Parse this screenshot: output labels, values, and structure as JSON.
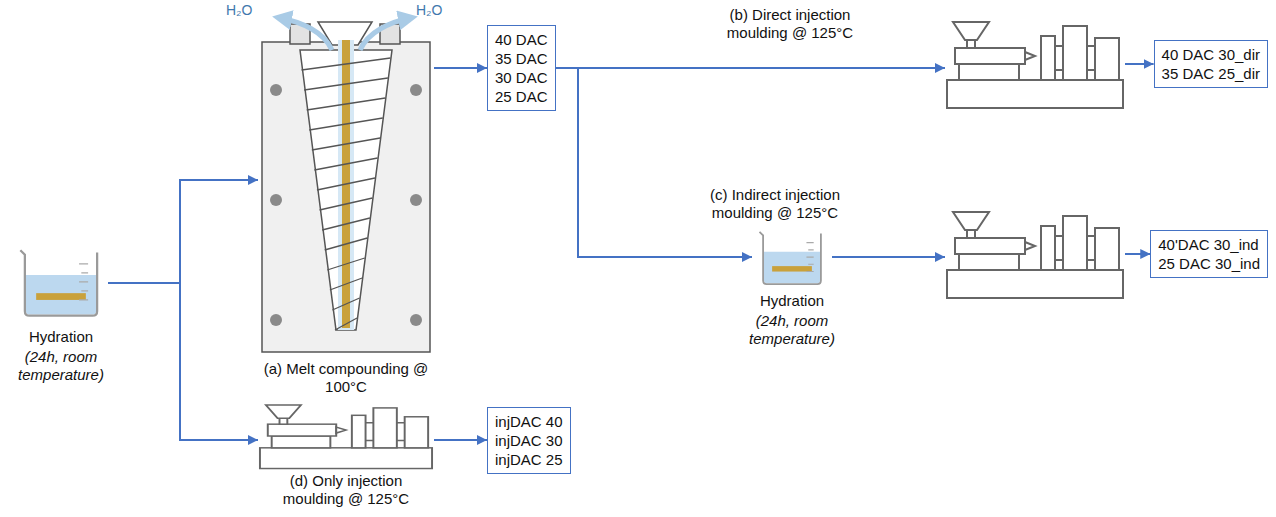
{
  "diagram": {
    "nodes": [
      {
        "text": [
          "Hydration",
          "(24h, room temperature)"
        ]
      },
      {
        "text": [
          "(a) Melt compounding @ 100°C"
        ]
      },
      {
        "text": [
          "40 DAC",
          "35 DAC",
          "30 DAC",
          "25 DAC"
        ]
      },
      {
        "text": [
          "(b) Direct injection moulding @ 125°C"
        ]
      },
      {
        "text": [
          "40 DAC 30_dir",
          "35 DAC 25_dir"
        ]
      },
      {
        "text": [
          "Hydration",
          "(24h, room temperature)"
        ]
      },
      {
        "text": [
          "(c) Indirect injection moulding @ 125°C"
        ]
      },
      {
        "text": [
          "40'DAC 30_ind",
          "25 DAC 30_ind"
        ]
      },
      {
        "text": [
          "(d) Only injection moulding @ 125°C"
        ]
      },
      {
        "text": [
          "injDAC 40",
          "injDAC 30",
          "injDAC 25"
        ]
      }
    ],
    "edges": [
      {
        "from": 0,
        "to": 1,
        "arrow": "to"
      },
      {
        "from": 0,
        "to": 8,
        "arrow": "to"
      },
      {
        "from": 1,
        "to": 2,
        "arrow": "to"
      },
      {
        "from": 2,
        "to": 3,
        "arrow": "to"
      },
      {
        "from": 3,
        "to": 4,
        "arrow": "to"
      },
      {
        "from": 2,
        "to": 5,
        "arrow": "to"
      },
      {
        "from": 5,
        "to": 6,
        "arrow": "to"
      },
      {
        "from": 6,
        "to": 7,
        "arrow": "to"
      },
      {
        "from": 8,
        "to": 9,
        "arrow": "to"
      }
    ],
    "labels": [
      "H₂O",
      "H₂O"
    ]
  }
}
